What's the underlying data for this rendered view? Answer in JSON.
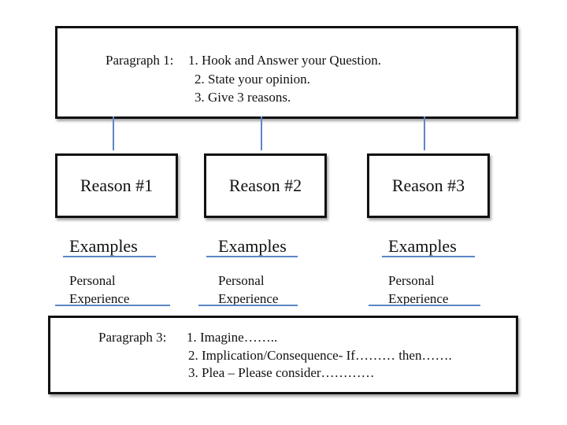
{
  "paragraph1": {
    "lead": "Paragraph 1:",
    "items": [
      "1. Hook and Answer your Question.",
      "2. State your opinion.",
      "3.  Give 3 reasons."
    ]
  },
  "reasons": [
    {
      "label": "Reason #1",
      "examples": "Examples",
      "personal": "Personal",
      "experience": "Experience"
    },
    {
      "label": "Reason #2",
      "examples": "Examples",
      "personal": "Personal",
      "experience": "Experience"
    },
    {
      "label": "Reason #3",
      "examples": "Examples",
      "personal": "Personal",
      "experience": "Experience"
    }
  ],
  "paragraph3": {
    "lead": "Paragraph 3:",
    "items": [
      "1. Imagine……..",
      "2. Implication/Consequence- If……… then…….",
      "3. Plea – Please consider…………"
    ]
  },
  "colors": {
    "connector": "#5b86c5",
    "border": "#111111"
  }
}
